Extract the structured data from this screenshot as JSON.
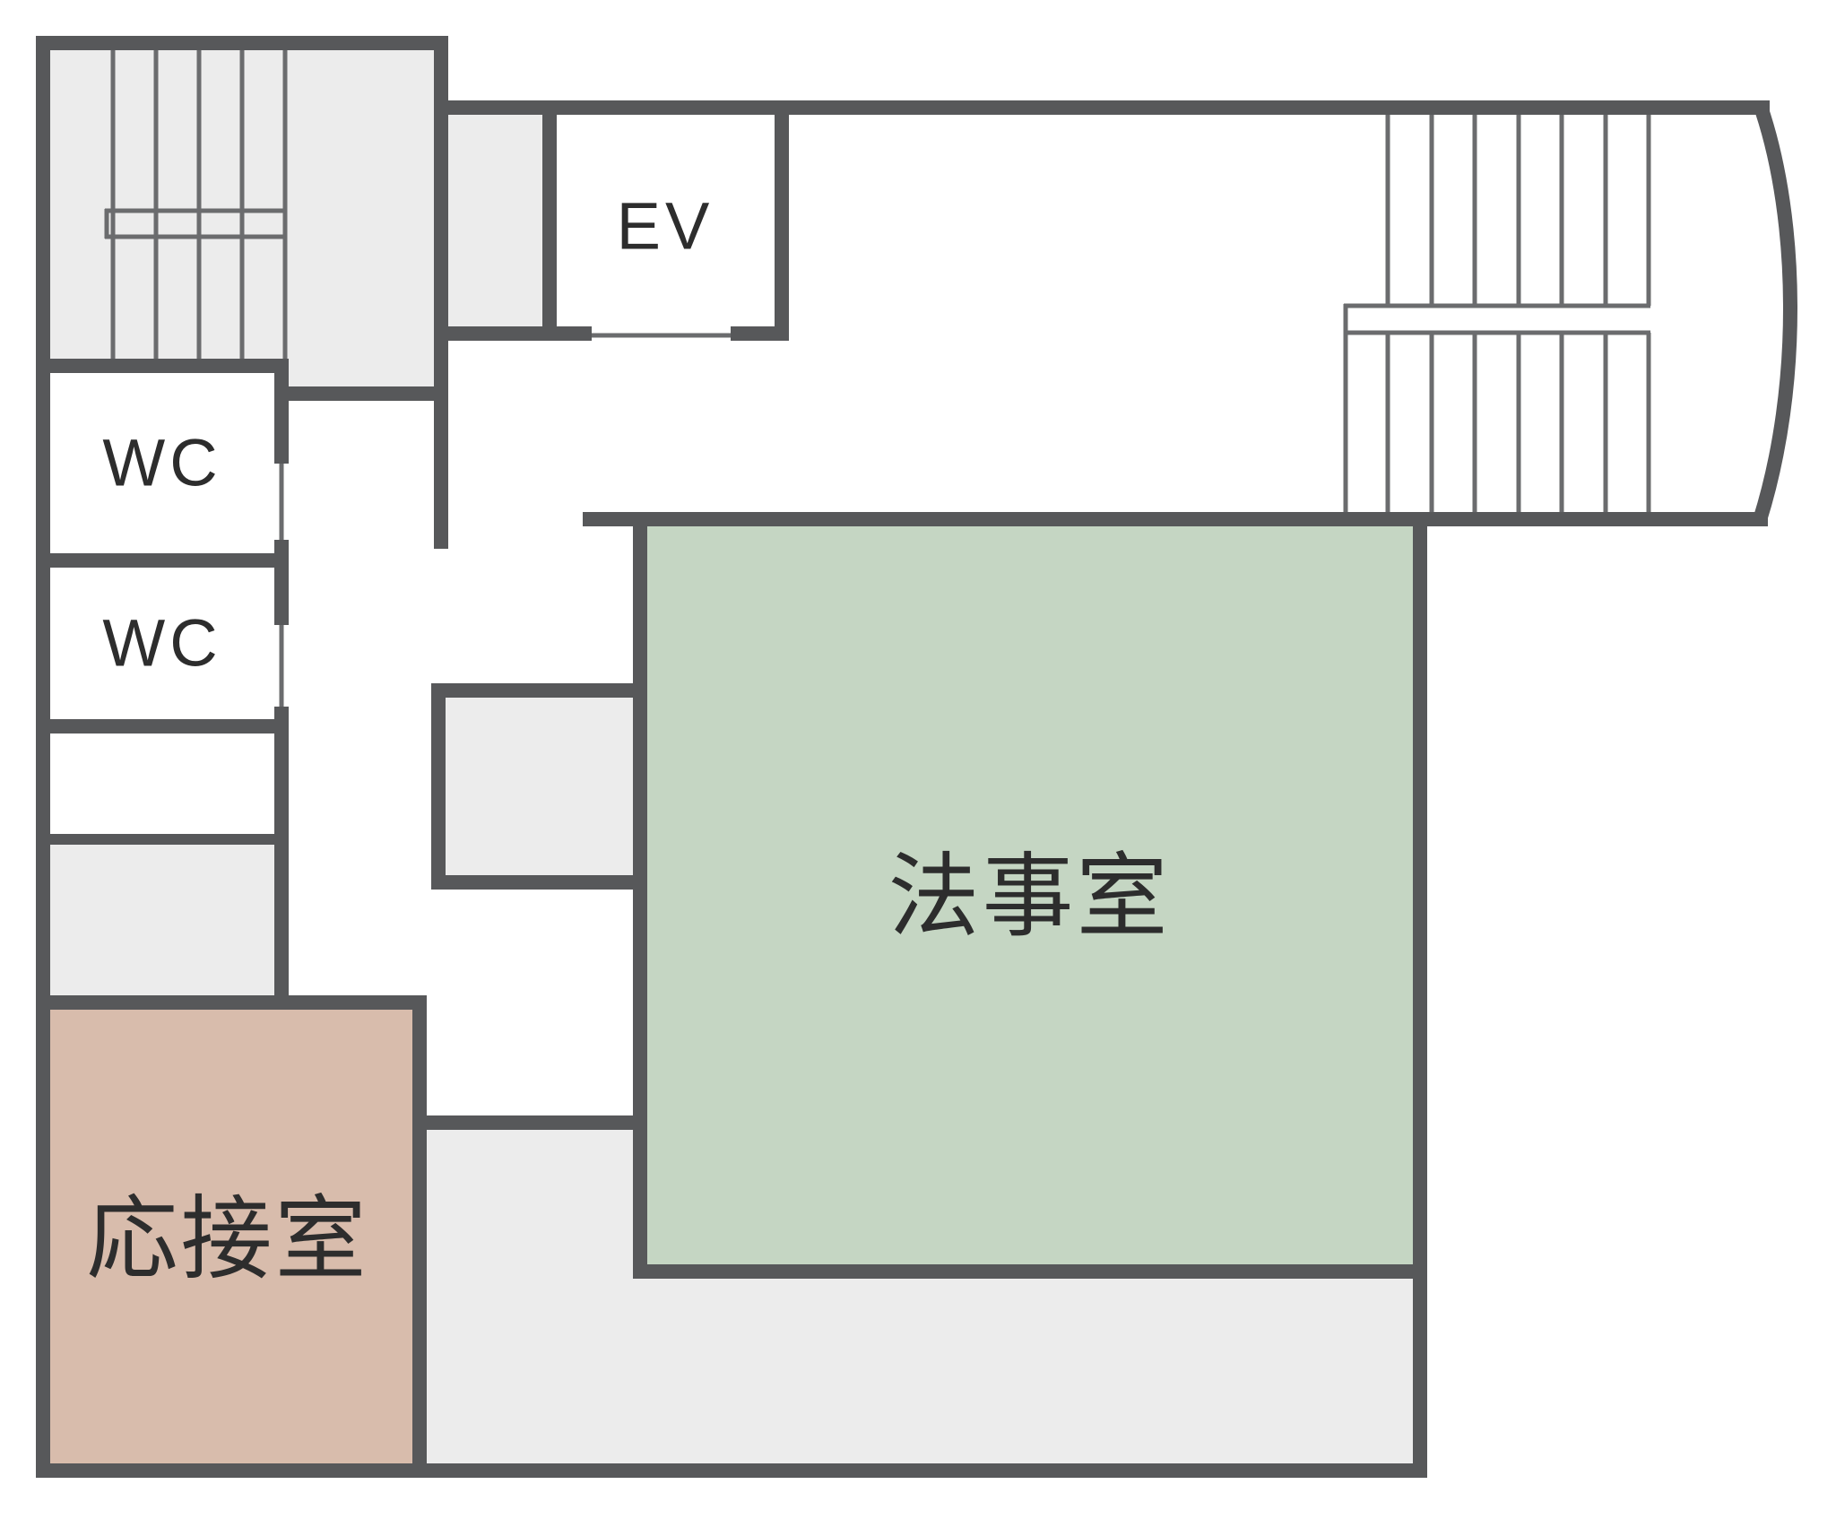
{
  "floorplan": {
    "type": "building-floor-plan",
    "rooms": {
      "elevator": {
        "label": "EV"
      },
      "wc_upper": {
        "label": "WC"
      },
      "wc_lower": {
        "label": "WC"
      },
      "memorial_room": {
        "label": "法事室"
      },
      "reception_room": {
        "label": "応接室"
      }
    },
    "colors": {
      "wall": "#57585a",
      "stair_line": "#6b6c6e",
      "room_gray": "#ececec",
      "memorial_green": "#c5d6c3",
      "reception_pink": "#d8bcac",
      "label_dark": "#2d2d2d",
      "memorial_text": "#252b25",
      "reception_text": "#49372a"
    }
  }
}
